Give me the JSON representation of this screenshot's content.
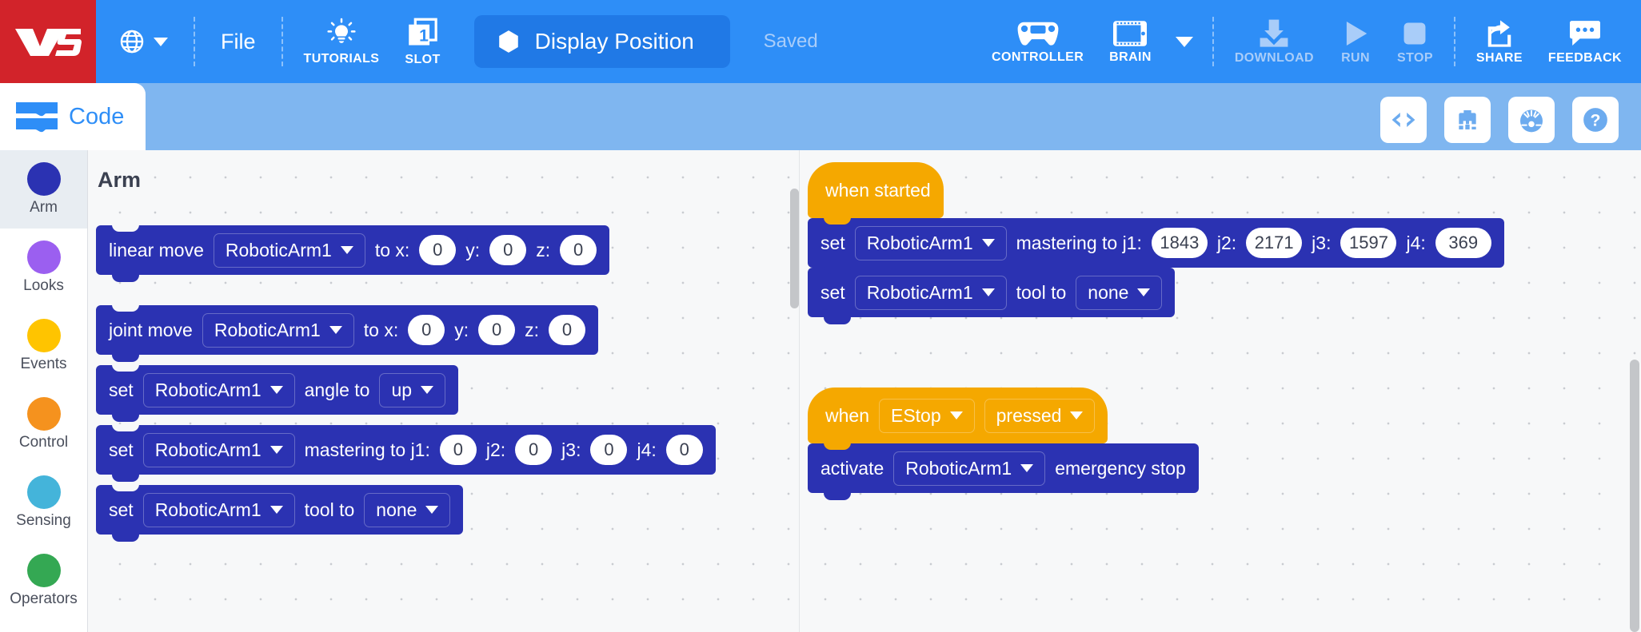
{
  "toolbar": {
    "logo": "V5",
    "language_icon": "globe-icon",
    "file_label": "File",
    "tutorials_label": "TUTORIALS",
    "slot_label": "SLOT",
    "slot_number": "1",
    "project_title": "Display Position",
    "save_status": "Saved",
    "controller_label": "CONTROLLER",
    "brain_label": "BRAIN",
    "download_label": "DOWNLOAD",
    "run_label": "RUN",
    "stop_label": "STOP",
    "share_label": "SHARE",
    "feedback_label": "FEEDBACK"
  },
  "subbar": {
    "code_tab_label": "Code",
    "icons": [
      "code-view-icon",
      "brain-devices-icon",
      "dashboard-gauge-icon",
      "help-question-icon"
    ]
  },
  "sidebar": {
    "items": [
      {
        "label": "Arm",
        "color": "#2b32b2",
        "active": true
      },
      {
        "label": "Looks",
        "color": "#9b5ff0",
        "active": false
      },
      {
        "label": "Events",
        "color": "#ffc400",
        "active": false
      },
      {
        "label": "Control",
        "color": "#f5921e",
        "active": false
      },
      {
        "label": "Sensing",
        "color": "#44b4da",
        "active": false
      },
      {
        "label": "Operators",
        "color": "#34a853",
        "active": false
      }
    ]
  },
  "palette": {
    "title": "Arm",
    "blocks": [
      {
        "id": "linear-move",
        "verb": "linear move",
        "device": "RoboticArm1",
        "mid": "to x:",
        "fields": [
          {
            "label": "",
            "value": "0"
          },
          {
            "label": "y:",
            "value": "0"
          },
          {
            "label": "z:",
            "value": "0"
          }
        ]
      },
      {
        "id": "joint-move",
        "verb": "joint move",
        "device": "RoboticArm1",
        "mid": "to x:",
        "fields": [
          {
            "label": "",
            "value": "0"
          },
          {
            "label": "y:",
            "value": "0"
          },
          {
            "label": "z:",
            "value": "0"
          }
        ]
      },
      {
        "id": "set-angle",
        "verb": "set",
        "device": "RoboticArm1",
        "mid": "angle to",
        "dropdown": "up"
      },
      {
        "id": "set-mastering",
        "verb": "set",
        "device": "RoboticArm1",
        "mid": "mastering to j1:",
        "fields": [
          {
            "label": "",
            "value": "0"
          },
          {
            "label": "j2:",
            "value": "0"
          },
          {
            "label": "j3:",
            "value": "0"
          },
          {
            "label": "j4:",
            "value": "0"
          }
        ]
      },
      {
        "id": "set-tool",
        "verb": "set",
        "device": "RoboticArm1",
        "mid": "tool to",
        "dropdown": "none"
      }
    ]
  },
  "workspace": {
    "stacks": [
      {
        "id": "when-started-stack",
        "hat": {
          "label": "when started"
        },
        "blocks": [
          {
            "id": "ws-set-mastering",
            "verb": "set",
            "device": "RoboticArm1",
            "mid": "mastering to j1:",
            "fields": [
              {
                "label": "",
                "value": "1843"
              },
              {
                "label": "j2:",
                "value": "2171"
              },
              {
                "label": "j3:",
                "value": "1597"
              },
              {
                "label": "j4:",
                "value": "369"
              }
            ]
          },
          {
            "id": "ws-set-tool",
            "verb": "set",
            "device": "RoboticArm1",
            "mid": "tool to",
            "dropdown": "none"
          }
        ]
      },
      {
        "id": "when-estop-stack",
        "hat": {
          "label": "when",
          "dropdown1": "EStop",
          "dropdown2": "pressed"
        },
        "blocks": [
          {
            "id": "ws-activate-estop",
            "verb": "activate",
            "device": "RoboticArm1",
            "mid": "emergency stop"
          }
        ]
      }
    ]
  },
  "colors": {
    "brand_red": "#d2232a",
    "toolbar_blue": "#2e8ef7",
    "subbar_blue": "#7fb6f0",
    "arm_block": "#2b32b2",
    "events_block": "#f5a800",
    "canvas": "#f7f8f9"
  }
}
